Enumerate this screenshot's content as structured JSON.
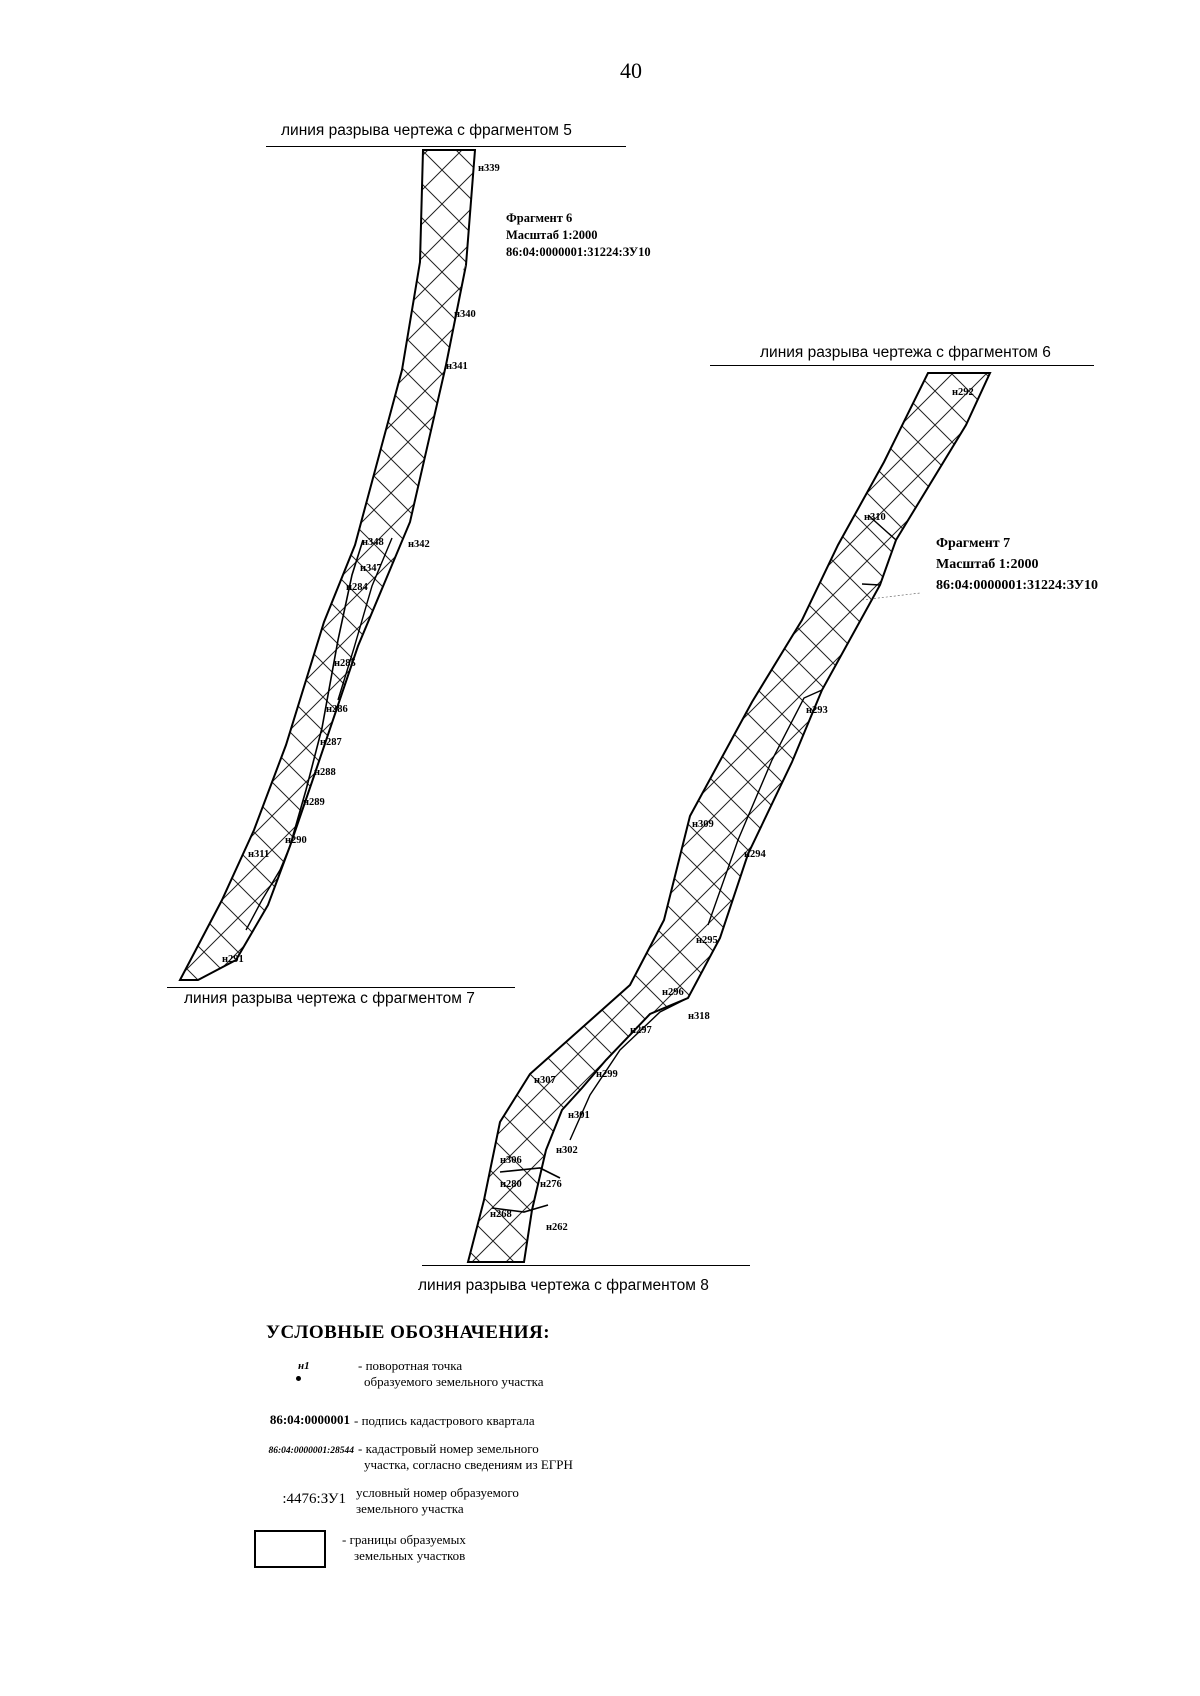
{
  "page_number": "40",
  "break_lines": {
    "to_fragment_5": "линия разрыва чертежа с фрагментом 5",
    "to_fragment_6": "линия разрыва чертежа с фрагментом 6",
    "to_fragment_7": "линия разрыва чертежа с фрагментом 7",
    "to_fragment_8": "линия разрыва чертежа с фрагментом 8"
  },
  "fragment_6": {
    "title": "Фрагмент 6",
    "scale": "Масштаб 1:2000",
    "parcel": "86:04:0000001:31224:ЗУ10",
    "points": [
      "н339",
      "н340",
      "н341",
      "н342",
      "н348",
      "н347",
      "н284",
      "н285",
      "н286",
      "н287",
      "н288",
      "н289",
      "н290",
      "н311",
      "н291"
    ]
  },
  "fragment_7": {
    "title": "Фрагмент 7",
    "scale": "Масштаб 1:2000",
    "parcel": "86:04:0000001:31224:ЗУ10",
    "points": [
      "н292",
      "н310",
      "н293",
      "н309",
      "н294",
      "н295",
      "н296",
      "н318",
      "н297",
      "н307",
      "н299",
      "н301",
      "н302",
      "н306",
      "н280",
      "н276",
      "н268",
      "н262"
    ]
  },
  "legend": {
    "title": "УСЛОВНЫЕ ОБОЗНАЧЕНИЯ:",
    "items": [
      {
        "symbol": "н1",
        "description": [
          "- поворотная точка",
          "образуемого земельного участка"
        ]
      },
      {
        "symbol": "86:04:0000001",
        "description": [
          "- подпись кадастрового квартала"
        ]
      },
      {
        "symbol": "86:04:0000001:28544",
        "description": [
          "- кадастровый номер земельного",
          "участка, согласно сведениям из ЕГРН"
        ]
      },
      {
        "symbol": ":4476:ЗУ1",
        "description": [
          "условный номер образуемого",
          "земельного участка"
        ]
      },
      {
        "symbol": "",
        "description": [
          "- границы образуемых",
          "земельных участков"
        ]
      }
    ]
  }
}
